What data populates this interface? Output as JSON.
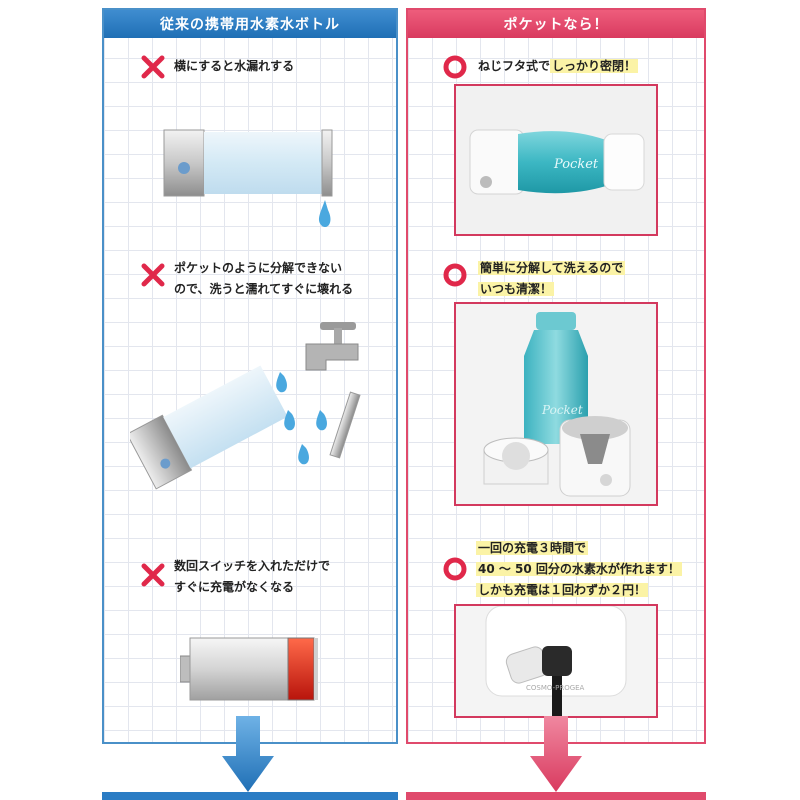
{
  "left_panel": {
    "title": "従来の携帯用水素水ボトル",
    "items": [
      {
        "lines": [
          "横にすると水漏れする"
        ]
      },
      {
        "lines": [
          "ポケットのように分解できない",
          "ので、洗うと濡れてすぐに壊れる"
        ]
      },
      {
        "lines": [
          "数回スイッチを入れただけで",
          "すぐに充電がなくなる"
        ]
      }
    ]
  },
  "right_panel": {
    "title": "ポケットなら！",
    "items": [
      {
        "prefix": "ねじフタ式で",
        "highlight": "しっかり密閉！"
      },
      {
        "lines": [
          "簡単に分解して洗えるので",
          "いつも清潔！"
        ]
      },
      {
        "lines": [
          "一回の充電３時間で",
          "40 ～ 50 回分の水素水が作れます！",
          "しかも充電は１回わずか２円！"
        ]
      }
    ]
  },
  "product_label": "Pocket",
  "base_label": "COSMO-PROGEA",
  "colors": {
    "left_accent": "#2a7cc4",
    "right_accent": "#e04a6c",
    "x_mark": "#e0284a",
    "highlight": "#fbf3a6",
    "water": "#4aa8df"
  }
}
